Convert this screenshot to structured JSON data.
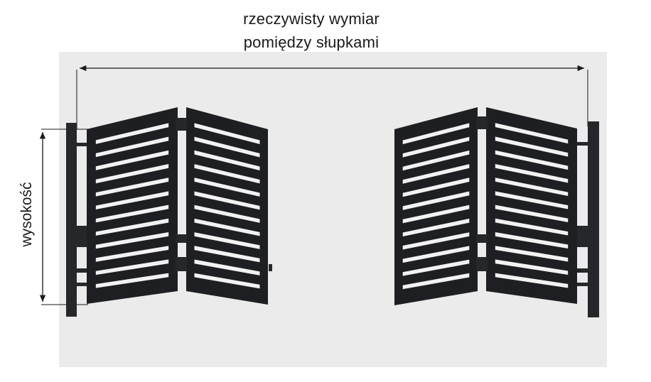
{
  "labels": {
    "width_line1": "rzeczywisty wymiar",
    "width_line2": "pomiędzy słupkami",
    "height": "wysokość"
  },
  "colors": {
    "background_panel": "#ebebeb",
    "gate_frame": "#1d1f22",
    "gate_slat_gap": "#f2f2f2",
    "post": "#25272a",
    "dimension_line": "#1a1a1a"
  }
}
